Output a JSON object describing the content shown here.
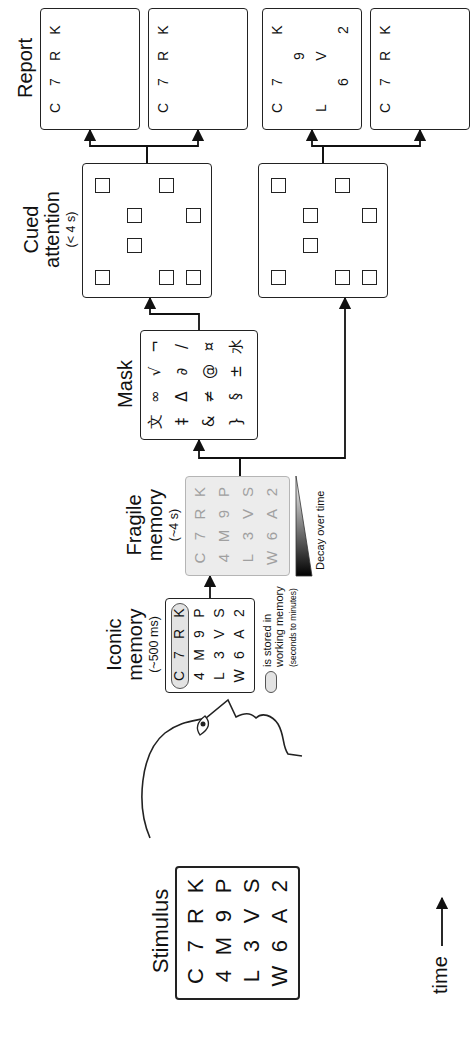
{
  "diagram": {
    "nodes": [
      {
        "text": [
          "Stimulus",
          "C",
          "7",
          "R",
          "K",
          "4",
          "M",
          "9",
          "P",
          "L",
          "3",
          "V",
          "S",
          "W",
          "6",
          "A",
          "2"
        ]
      },
      {
        "text": [
          "Iconic memory",
          "(~500 ms)",
          "C",
          "7",
          "R",
          "K",
          "4",
          "M",
          "9",
          "P",
          "L",
          "3",
          "V",
          "S",
          "W",
          "6",
          "A",
          "2"
        ]
      },
      {
        "text": [
          "Fragile memory",
          "(~4 s)",
          "C",
          "7",
          "R",
          "K",
          "4",
          "M",
          "9",
          "P",
          "L",
          "3",
          "V",
          "S",
          "W",
          "6",
          "A",
          "2"
        ]
      },
      {
        "text": [
          "Mask",
          "文",
          "∞",
          "√",
          "¬",
          "‡",
          "Δ",
          "∂",
          "/",
          "&",
          "≠",
          "@",
          "¤",
          "}",
          "§",
          "±",
          "水"
        ]
      },
      {
        "text": [
          "Cued attention",
          "(< 4 s)"
        ]
      },
      {
        "text": []
      },
      {
        "text": [
          "Report",
          "C",
          "7",
          "R",
          "K"
        ]
      },
      {
        "text": [
          "C",
          "7",
          "R",
          "K"
        ]
      },
      {
        "text": [
          "C",
          "7",
          "K",
          "9",
          "L",
          "V",
          "6",
          "2"
        ]
      },
      {
        "text": [
          "C",
          "7",
          "R",
          "K"
        ]
      }
    ],
    "edges": [
      {
        "from": 1,
        "to": 2,
        "arrow": "to"
      },
      {
        "from": 2,
        "to": 3,
        "arrow": "to"
      },
      {
        "from": 2,
        "to": 5,
        "arrow": "to"
      },
      {
        "from": 3,
        "to": 4,
        "arrow": "to"
      },
      {
        "from": 4,
        "to": 6,
        "arrow": "to"
      },
      {
        "from": 4,
        "to": 7,
        "arrow": "to"
      },
      {
        "from": 5,
        "to": 8,
        "arrow": "to"
      },
      {
        "from": 5,
        "to": 9,
        "arrow": "to"
      }
    ],
    "labels": [
      "Decay over time",
      "(seconds to minutes)",
      "time"
    ],
    "legend": [
      {
        "text": "is stored in working memory",
        "color": "#e3e3e3"
      }
    ]
  }
}
